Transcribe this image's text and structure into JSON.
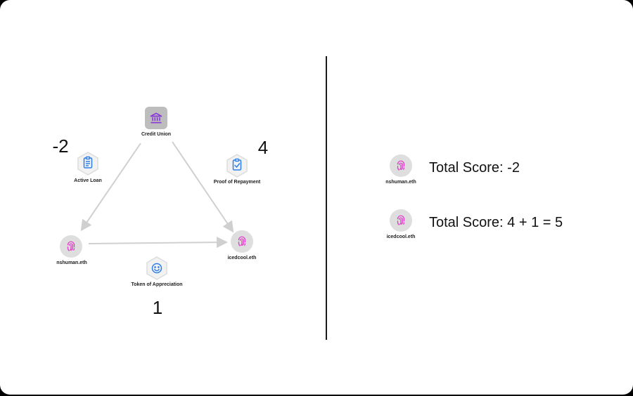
{
  "diagram": {
    "nodes": {
      "credit_union": "Credit Union",
      "nshuman": "nshuman.eth",
      "icedcool": "icedcool.eth",
      "active_loan": "Active Loan",
      "proof_of_repayment": "Proof of Repayment",
      "token_of_appreciation": "Token of Appreciation"
    },
    "scores": {
      "active_loan": "-2",
      "proof_of_repayment": "4",
      "token_of_appreciation": "1"
    }
  },
  "summary": {
    "rows": [
      {
        "name": "nshuman.eth",
        "score": "Total Score: -2"
      },
      {
        "name": "icedcool.eth",
        "score": "Total Score: 4 + 1 = 5"
      }
    ]
  },
  "colors": {
    "fingerprint": "#e040c8",
    "bank": "#8a3ad6",
    "badge": "#2f7fe8",
    "edge": "#d0d0d0"
  },
  "icons": [
    "bank-icon",
    "fingerprint-icon",
    "clipboard-list-icon",
    "clipboard-check-icon",
    "smiley-icon"
  ]
}
